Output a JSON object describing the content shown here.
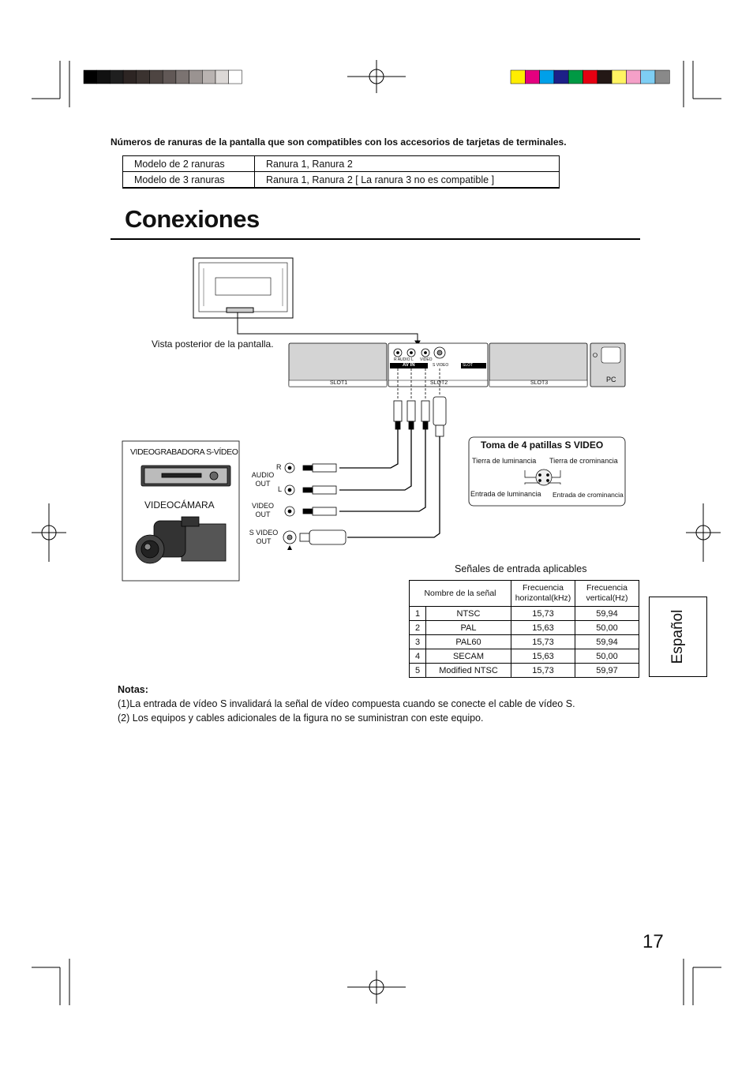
{
  "compat_heading": "Números de ranuras de la pantalla que son compatibles con los accesorios de tarjetas de terminales.",
  "slot_models": [
    {
      "model": "Modelo de 2 ranuras",
      "slots": "Ranura 1,  Ranura 2"
    },
    {
      "model": "Modelo de 3 ranuras",
      "slots": "Ranura 1,  Ranura 2 [ La ranura 3 no es compatible ]"
    }
  ],
  "section_title": "Conexiones",
  "diagram": {
    "rear_view_label": "Vista posterior de la pantalla.",
    "slot1": "SLOT1",
    "slot2": "SLOT2",
    "slot3": "SLOT3",
    "pc": "PC",
    "av_in": "AV IN",
    "r_audio_l": "R  AUDIO  L",
    "video": "VIDEO",
    "s_video": "S VIDEO",
    "slot_badge": "SLOT",
    "vcr_label": "VIDEOGRABADORA S-VÍDEO",
    "camcorder_label": "VIDEOCÁMARA",
    "r": "R",
    "l": "L",
    "audio_out": "AUDIO\nOUT",
    "video_out": "VIDEO\nOUT",
    "svideo_out": "S VIDEO\nOUT",
    "svideo_box_title": "Toma de 4 patillas S VIDEO",
    "lum_ground": "Tierra de luminancia",
    "chroma_ground": "Tierra de crominancia",
    "lum_input": "Entrada de luminancia",
    "chroma_input": "Entrada de crominancia"
  },
  "signals": {
    "caption": "Señales de entrada aplicables",
    "headers": [
      "Nombre de la señal",
      "Frecuencia horizontal(kHz)",
      "Frecuencia vertical(Hz)"
    ],
    "rows": [
      [
        "1",
        "NTSC",
        "15,73",
        "59,94"
      ],
      [
        "2",
        "PAL",
        "15,63",
        "50,00"
      ],
      [
        "3",
        "PAL60",
        "15,73",
        "59,94"
      ],
      [
        "4",
        "SECAM",
        "15,63",
        "50,00"
      ],
      [
        "5",
        "Modified NTSC",
        "15,73",
        "59,97"
      ]
    ]
  },
  "language_tab": "Español",
  "notes": {
    "title": "Notas:",
    "items": [
      "(1)La entrada de vídeo S invalidará la señal de vídeo compuesta cuando se conecte el cable de vídeo S.",
      "(2) Los equipos y cables adicionales de la figura no se suministran con este equipo."
    ]
  },
  "page_number": "17",
  "colors": {
    "bar_dark": [
      "#000000",
      "#111111",
      "#1f1f1f",
      "#2d2523",
      "#3b3330",
      "#4e4542",
      "#615856",
      "#7b7371",
      "#9a9391",
      "#b9b3b1",
      "#dcd8d6",
      "#ffffff"
    ],
    "bar_color": [
      "#ffed00",
      "#e4007f",
      "#00a0e9",
      "#1d2088",
      "#009944",
      "#e60012",
      "#231815",
      "#fff462",
      "#f5a0c8",
      "#7ecef4",
      "#898989"
    ]
  }
}
